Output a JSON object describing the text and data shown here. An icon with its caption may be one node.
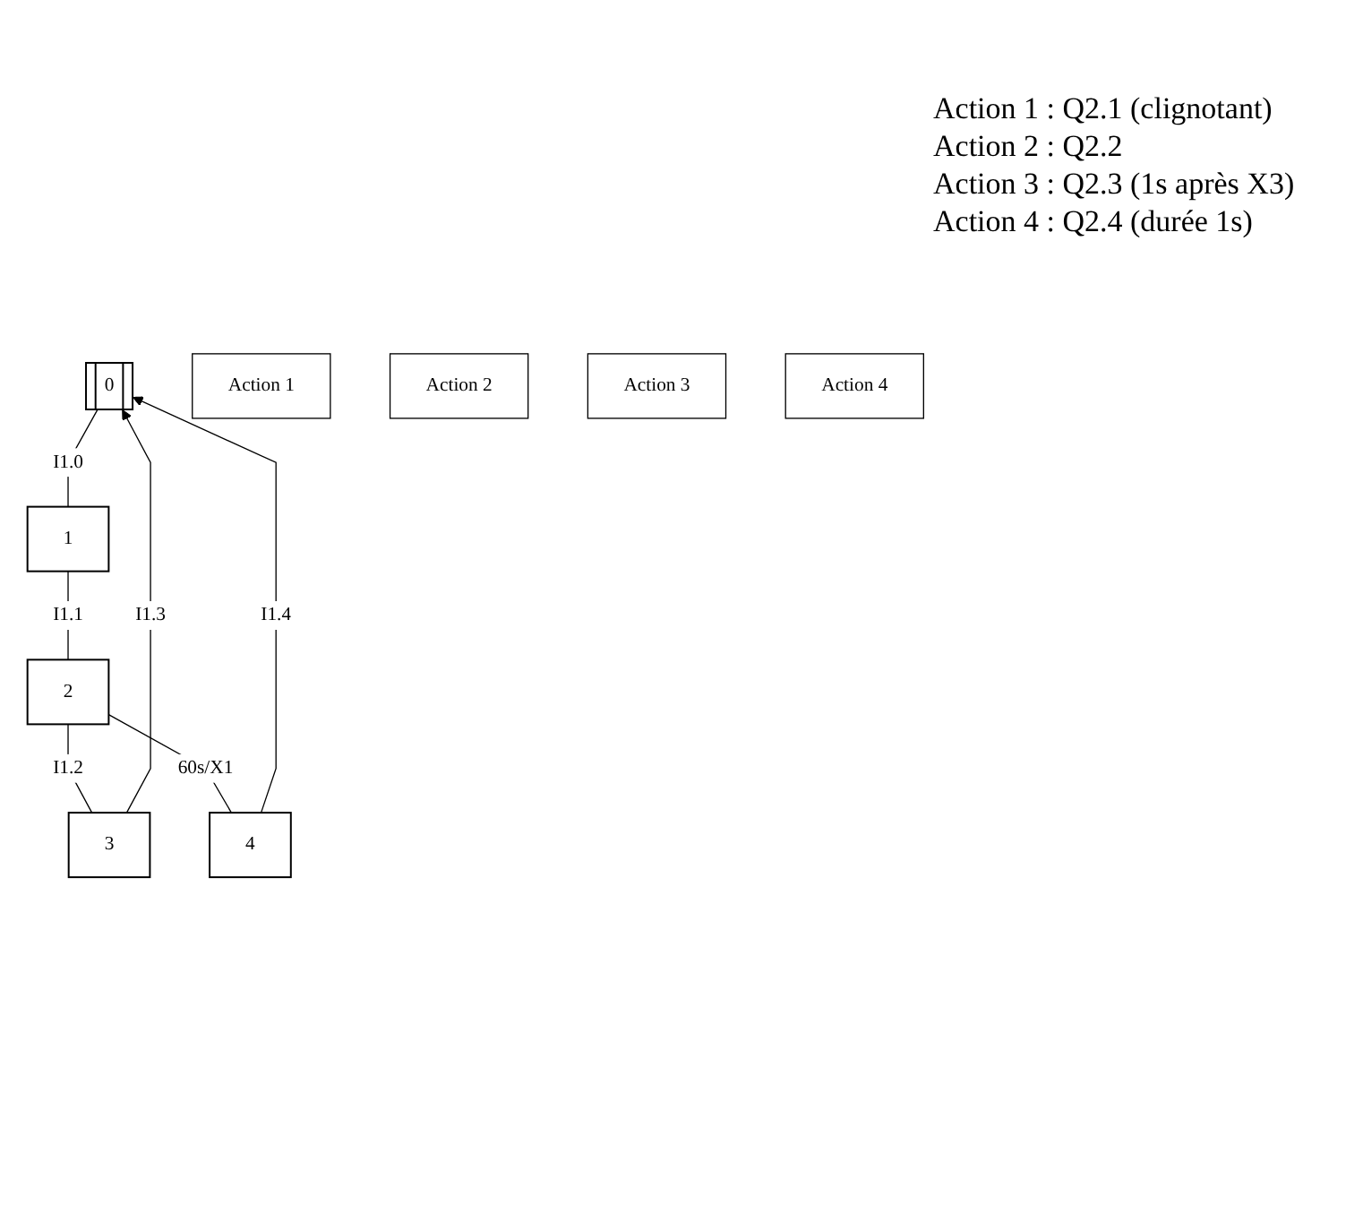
{
  "diagram": {
    "nodes": [
      {
        "text": [
          "0"
        ]
      },
      {
        "text": [
          "1"
        ]
      },
      {
        "text": [
          "Action 1"
        ]
      },
      {
        "text": [
          "2"
        ]
      },
      {
        "text": [
          "Action 2"
        ]
      },
      {
        "text": [
          "3"
        ]
      },
      {
        "text": [
          "Action 3"
        ]
      },
      {
        "text": [
          "4"
        ]
      },
      {
        "text": [
          "Action 4"
        ]
      }
    ],
    "edges": [
      {
        "from": 0,
        "to": 1,
        "arrow": "none",
        "label": "I1.0"
      },
      {
        "from": 1,
        "to": 3,
        "arrow": "none",
        "label": "I1.1"
      },
      {
        "from": 3,
        "to": 5,
        "arrow": "none",
        "label": "I1.2"
      },
      {
        "from": 3,
        "to": 7,
        "arrow": "none",
        "label": "60s/X1"
      },
      {
        "from": 5,
        "to": 0,
        "arrow": "to",
        "label": "I1.3"
      },
      {
        "from": 7,
        "to": 0,
        "arrow": "to",
        "label": "I1.4"
      }
    ],
    "labels": [
      "Action 1 : Q2.1 (clignotant)",
      "Action 2 : Q2.2",
      "Action 3 : Q2.3 (1s après X3)",
      "Action 4 : Q2.4 (durée 1s)"
    ]
  }
}
